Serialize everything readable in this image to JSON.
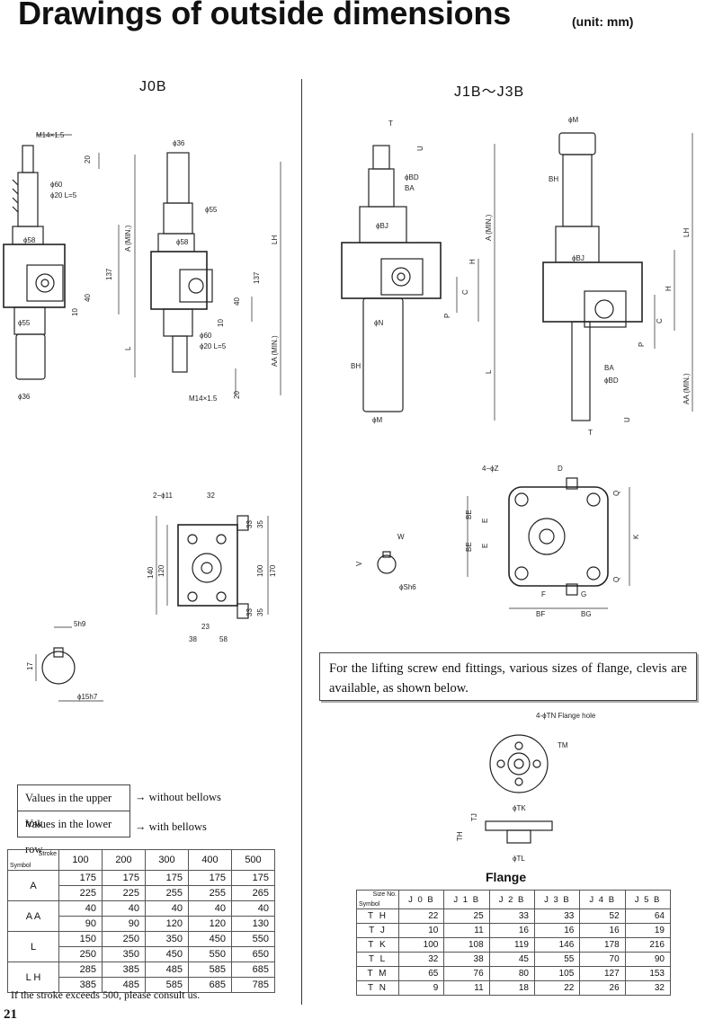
{
  "header": {
    "title": "Drawings of outside dimensions",
    "unit": "(unit: mm)"
  },
  "sections": {
    "left": "J0B",
    "right": "J1B～J3B"
  },
  "left_dims": {
    "m14": "M14×1.5",
    "d36": "ϕ36",
    "d60": "ϕ60",
    "d20": "ϕ20 L=5",
    "d58": "ϕ58",
    "d55": "ϕ55",
    "n20": "20",
    "n137": "137",
    "n40": "40",
    "n10": "10",
    "amin": "A (MIN.)",
    "l": "L",
    "lh": "LH",
    "aamin": "AA (MIN.)",
    "d11": "2−ϕ11",
    "n32": "32",
    "n33": "33",
    "n35": "35",
    "n140": "140",
    "n120": "120",
    "n100": "100",
    "n170": "170",
    "n23": "23",
    "n38": "38",
    "n58": "58",
    "key5h9": "5h9",
    "n17": "17",
    "d15h": "ϕ15h7"
  },
  "right_dims": {
    "t": "T",
    "u": "U",
    "bd": "ϕBD",
    "ba": "BA",
    "bj": "ϕBJ",
    "dm": "ϕM",
    "bh": "BH",
    "dn": "ϕN",
    "h": "H",
    "c": "C",
    "p": "P",
    "amin": "A (MIN.)",
    "l": "L",
    "lh": "LH",
    "aamin": "AA (MIN.)",
    "dz": "4−ϕZ",
    "d": "D",
    "q": "Q",
    "k": "K",
    "e": "E",
    "be": "BE",
    "f": "F",
    "g": "G",
    "bf": "BF",
    "bg": "BG",
    "w": "W",
    "v": "V",
    "ds": "ϕSh6"
  },
  "note": "For the lifting screw end fittings, various sizes of flange, clevis are available, as shown below.",
  "flange_drawing": {
    "hole": "4-ϕTN Flange hole",
    "tm": "TM",
    "tk": "ϕTK",
    "tj": "TJ",
    "th": "TH",
    "tl": "ϕTL"
  },
  "legend": {
    "upper": "Values in the upper row",
    "upper_arrow": "→  without bellows",
    "lower": "Values in the lower row",
    "lower_arrow": "→  with bellows"
  },
  "stroke_table": {
    "corner_top": "Stroke",
    "corner_bottom": "Symbol",
    "strokes": [
      "100",
      "200",
      "300",
      "400",
      "500"
    ],
    "rows": [
      {
        "symbol": "A",
        "upper": [
          "175",
          "175",
          "175",
          "175",
          "175"
        ],
        "lower": [
          "225",
          "225",
          "255",
          "255",
          "265"
        ]
      },
      {
        "symbol": "A A",
        "upper": [
          "40",
          "40",
          "40",
          "40",
          "40"
        ],
        "lower": [
          "90",
          "90",
          "120",
          "120",
          "130"
        ]
      },
      {
        "symbol": "L",
        "upper": [
          "150",
          "250",
          "350",
          "450",
          "550"
        ],
        "lower": [
          "250",
          "350",
          "450",
          "550",
          "650"
        ]
      },
      {
        "symbol": "L H",
        "upper": [
          "285",
          "385",
          "485",
          "585",
          "685"
        ],
        "lower": [
          "385",
          "485",
          "585",
          "685",
          "785"
        ]
      }
    ]
  },
  "flange_table": {
    "title": "Flange",
    "corner_top": "Size No.",
    "corner_bottom": "Symbol",
    "sizes": [
      "J 0 B",
      "J 1 B",
      "J 2 B",
      "J 3 B",
      "J 4 B",
      "J 5 B"
    ],
    "rows": [
      {
        "symbol": "T H",
        "values": [
          "22",
          "25",
          "33",
          "33",
          "52",
          "64"
        ]
      },
      {
        "symbol": "T J",
        "values": [
          "10",
          "11",
          "16",
          "16",
          "16",
          "19"
        ]
      },
      {
        "symbol": "T K",
        "values": [
          "100",
          "108",
          "119",
          "146",
          "178",
          "216"
        ]
      },
      {
        "symbol": "T L",
        "values": [
          "32",
          "38",
          "45",
          "55",
          "70",
          "90"
        ]
      },
      {
        "symbol": "T M",
        "values": [
          "65",
          "76",
          "80",
          "105",
          "127",
          "153"
        ]
      },
      {
        "symbol": "T N",
        "values": [
          "9",
          "11",
          "18",
          "22",
          "26",
          "32"
        ]
      }
    ]
  },
  "footnote": "If the stroke exceeds 500, please consult us.",
  "page_number": "21"
}
